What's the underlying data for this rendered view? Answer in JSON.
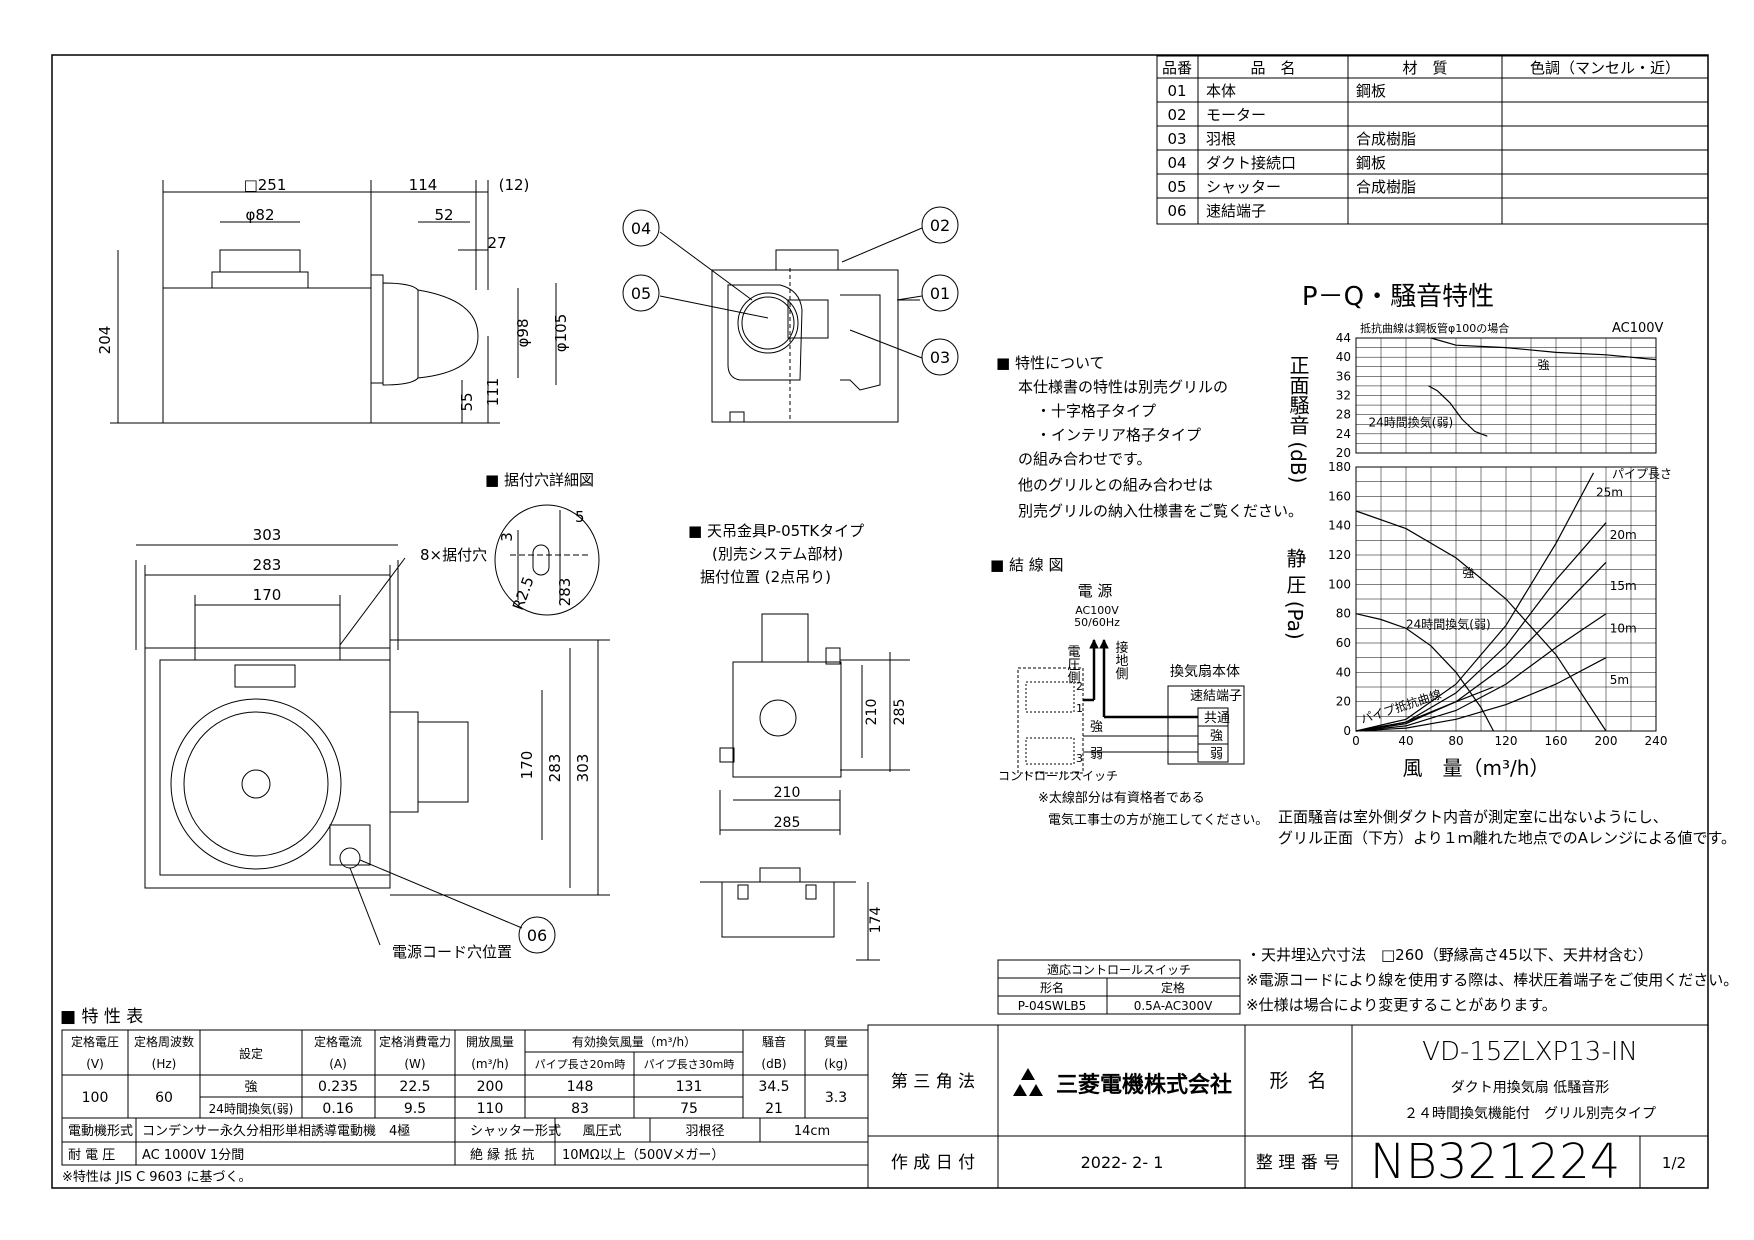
{
  "parts_table": {
    "headers": [
      "品番",
      "品　名",
      "材　質",
      "色調（マンセル・近）"
    ],
    "rows": [
      {
        "no": "01",
        "name": "本体",
        "material": "鋼板",
        "color": ""
      },
      {
        "no": "02",
        "name": "モーター",
        "material": "",
        "color": ""
      },
      {
        "no": "03",
        "name": "羽根",
        "material": "合成樹脂",
        "color": ""
      },
      {
        "no": "04",
        "name": "ダクト接続口",
        "material": "鋼板",
        "color": ""
      },
      {
        "no": "05",
        "name": "シャッター",
        "material": "合成樹脂",
        "color": ""
      },
      {
        "no": "06",
        "name": "速結端子",
        "material": "",
        "color": ""
      }
    ]
  },
  "front_view": {
    "dims": [
      "□251",
      "114",
      "(12)",
      "φ82",
      "52",
      "27",
      "204",
      "φ98",
      "φ105",
      "55",
      "111"
    ]
  },
  "callouts": [
    "04",
    "02",
    "05",
    "01",
    "03",
    "06"
  ],
  "plan_view": {
    "dims": [
      "303",
      "283",
      "170",
      "8×据付穴",
      "170",
      "283",
      "303"
    ],
    "cord_label": "電源コード穴位置"
  },
  "hole_detail": {
    "title": "■ 据付穴詳細図",
    "dims": [
      "3",
      "5",
      "R2.5",
      "283"
    ]
  },
  "hanger": {
    "title": "■ 天吊金具P-05TKタイプ",
    "sub1": "(別売システム部材)",
    "sub2": "据付位置 (2点吊り)",
    "dims": [
      "210",
      "285",
      "210",
      "285",
      "174"
    ]
  },
  "features": {
    "title": "■ 特性について",
    "lines": [
      "本仕様書の特性は別売グリルの",
      "・十字格子タイプ",
      "・インテリア格子タイプ",
      "の組み合わせです。",
      "他のグリルとの組み合わせは",
      "別売グリルの納入仕様書をご覧ください。"
    ]
  },
  "wiring": {
    "title": "■ 結 線 図",
    "source": "電 源",
    "voltage": "AC100V",
    "freq": "50/60Hz",
    "pressure_side": "電圧側",
    "ground_side": "接地側",
    "body": "換気扇本体",
    "terminal": "速結端子",
    "common": "共通",
    "strong": "強",
    "weak": "弱",
    "switch_strong": "強",
    "switch_weak": "弱",
    "switch_label": "コントロールスイッチ",
    "note1": "※太線部分は有資格者である",
    "note2": "電気工事士の方が施工してください。",
    "t1": "1",
    "t2": "2",
    "t3": "3"
  },
  "pq_title": "P－Q・騒音特性",
  "chart_data": [
    {
      "type": "line",
      "title": "",
      "note": "抵抗曲線は鋼板管φ100の場合",
      "voltage": "AC100V",
      "ylabel": "正面騒音 (dB)",
      "ylim": [
        20,
        44
      ],
      "yticks": [
        20,
        24,
        28,
        32,
        36,
        40,
        44
      ],
      "xlim": [
        0,
        240
      ],
      "series": [
        {
          "name": "強",
          "x": [
            60,
            80,
            120,
            160,
            200,
            240
          ],
          "y": [
            44,
            42.5,
            42,
            41,
            40.5,
            39.5
          ]
        },
        {
          "name": "24時間換気(弱)",
          "x": [
            58,
            65,
            75,
            85,
            95,
            105
          ],
          "y": [
            34,
            33,
            30.5,
            27,
            24.5,
            23.5
          ]
        }
      ]
    },
    {
      "type": "line",
      "title": "",
      "ylabel": "静 圧 (Pa)",
      "xlabel": "風　量（m³/h）",
      "xlim": [
        0,
        240
      ],
      "ylim": [
        0,
        180
      ],
      "xticks": [
        0,
        40,
        80,
        120,
        160,
        200,
        240
      ],
      "yticks": [
        0,
        20,
        40,
        60,
        80,
        100,
        120,
        140,
        160,
        180
      ],
      "pipe_label": "パイプ長さ",
      "pipe_resistance_label": "パイプ抵抗曲線",
      "series": [
        {
          "name": "強",
          "x": [
            0,
            40,
            80,
            120,
            160,
            200
          ],
          "y": [
            150,
            138,
            118,
            90,
            52,
            0
          ]
        },
        {
          "name": "24時間換気(弱)",
          "x": [
            0,
            20,
            40,
            60,
            80,
            100,
            110
          ],
          "y": [
            80,
            76,
            70,
            58,
            40,
            16,
            0
          ]
        },
        {
          "name": "25m",
          "x": [
            0,
            40,
            80,
            120,
            160,
            190
          ],
          "y": [
            0,
            8,
            32,
            72,
            128,
            176
          ]
        },
        {
          "name": "20m",
          "x": [
            0,
            40,
            80,
            120,
            160,
            200
          ],
          "y": [
            0,
            6,
            26,
            58,
            103,
            142
          ]
        },
        {
          "name": "15m",
          "x": [
            0,
            40,
            80,
            120,
            160,
            200
          ],
          "y": [
            0,
            5,
            20,
            45,
            80,
            115
          ]
        },
        {
          "name": "10m",
          "x": [
            0,
            40,
            80,
            120,
            160,
            200
          ],
          "y": [
            0,
            3.5,
            14,
            32,
            57,
            80
          ]
        },
        {
          "name": "5m",
          "x": [
            0,
            40,
            80,
            120,
            160,
            200
          ],
          "y": [
            0,
            2,
            8,
            18,
            32,
            50
          ]
        },
        {
          "name": "パイプ抵抗曲線",
          "x": [
            0,
            40,
            80,
            110
          ],
          "y": [
            0,
            6,
            20,
            30
          ]
        }
      ]
    }
  ],
  "pq_note1": "正面騒音は室外側ダクト内音が測定室に出ないようにし、",
  "pq_note2": "グリル正面（下方）より１ｍ離れた地点でのAレンジによる値です。",
  "switch_table": {
    "title": "適応コントロールスイッチ",
    "col1": "形名",
    "col2": "定格",
    "model": "P-04SWLB5",
    "rating": "0.5A-AC300V"
  },
  "notes": [
    "・天井埋込穴寸法　□260（野縁高さ45以下、天井材含む）",
    "※電源コードにより線を使用する際は、棒状圧着端子をご使用ください。",
    "※仕様は場合により変更することがあります。"
  ],
  "spec_table": {
    "title": "■ 特 性 表",
    "h_voltage": "定格電圧",
    "h_voltage_u": "(V)",
    "h_freq": "定格周波数",
    "h_freq_u": "(Hz)",
    "h_setting": "設定",
    "h_current": "定格電流",
    "h_current_u": "(A)",
    "h_power": "定格消費電力",
    "h_power_u": "(W)",
    "h_open": "開放風量",
    "h_open_u": "(m³/h)",
    "h_eff": "有効換気風量（m³/h）",
    "h_pipe20": "パイプ長さ20m時",
    "h_pipe30": "パイプ長さ30m時",
    "h_noise": "騒音",
    "h_noise_u": "(dB)",
    "h_mass": "質量",
    "h_mass_u": "(kg)",
    "voltage": "100",
    "freq": "60",
    "rows": [
      {
        "setting": "強",
        "current": "0.235",
        "power": "22.5",
        "open": "200",
        "p20": "148",
        "p30": "131",
        "noise": "34.5"
      },
      {
        "setting": "24時間換気(弱)",
        "current": "0.16",
        "power": "9.5",
        "open": "110",
        "p20": "83",
        "p30": "75",
        "noise": "21"
      }
    ],
    "mass": "3.3",
    "motor_label": "電動機形式",
    "motor": "コンデンサー永久分相形単相誘導電動機　4極",
    "shutter_label": "シャッター形式",
    "shutter": "風圧式",
    "blade_label": "羽根径",
    "blade": "14cm",
    "withstand_label": "耐 電 圧",
    "withstand": "AC 1000V 1分間",
    "insulation_label": "絶 縁 抵 抗",
    "insulation": "10MΩ以上（500Vメガー）",
    "footnote": "※特性は JIS C 9603 に基づく。"
  },
  "title_block": {
    "projection": "第 三 角 法",
    "company": "三菱電機株式会社",
    "model_label": "形　名",
    "model": "VD-15ZLXP13-IN",
    "desc1": "ダクト用換気扇 低騒音形",
    "desc2": "２４時間換気機能付　グリル別売タイプ",
    "date_label": "作 成 日 付",
    "date": "2022- 2- 1",
    "number_label": "整 理 番 号",
    "number": "NB321224",
    "page": "1/2"
  },
  "colors": {
    "ink": "#000000",
    "paper": "#ffffff"
  }
}
